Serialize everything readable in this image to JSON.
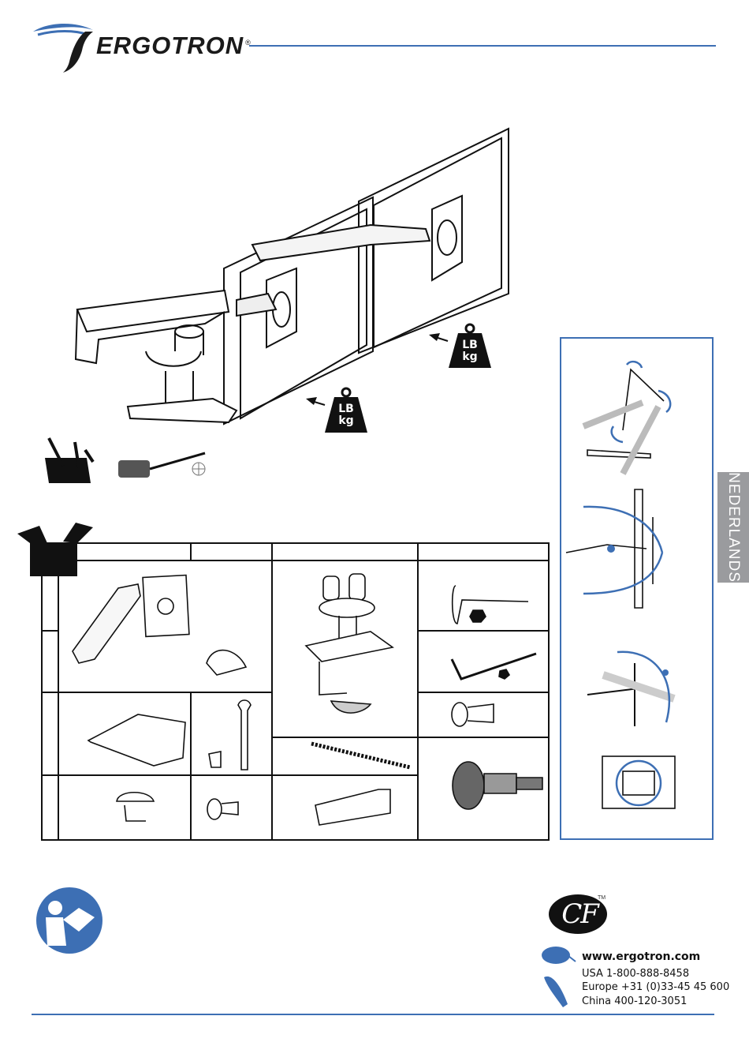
{
  "brand": {
    "name": "ERGOTRON",
    "registered": "®"
  },
  "language_tab": "NEDERLANDS",
  "weight_badge": {
    "line1": "LB",
    "line2": "kg"
  },
  "certification": {
    "mark": "CF",
    "trademark": "TM"
  },
  "contact": {
    "website": "www.ergotron.com",
    "usa": "USA  1-800-888-8458",
    "europe": "Europe  +31 (0)33-45 45 600",
    "china": "China  400-120-3051"
  },
  "colors": {
    "accent": "#3d6fb4",
    "tab": "#9a9b9e",
    "ink": "#111111"
  },
  "icons": [
    "ergotron-logo",
    "toolbox-icon",
    "screwdriver-icon",
    "phillips-tip-icon",
    "open-box-icon",
    "read-manual-icon",
    "mouse-icon",
    "phone-icon"
  ]
}
